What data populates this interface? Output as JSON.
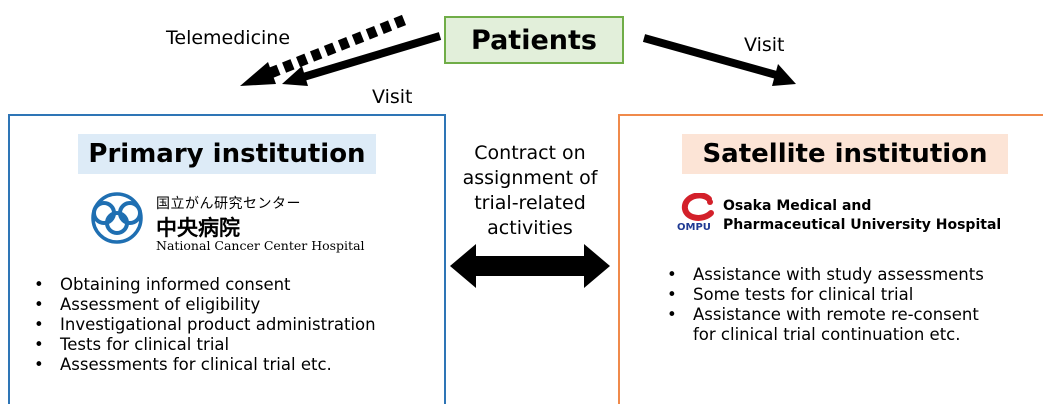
{
  "patients": {
    "label": "Patients"
  },
  "arrow_labels": {
    "telemedicine": "Telemedicine",
    "visit_left": "Visit",
    "visit_right": "Visit"
  },
  "contract": {
    "lines": [
      "Contract on",
      "assignment of",
      "trial-related",
      "activities"
    ]
  },
  "primary": {
    "title": "Primary institution",
    "logo_jp_line1": "国立がん研究センター",
    "logo_jp_line2": "中央病院",
    "logo_en": "National Cancer Center Hospital",
    "items": [
      "Obtaining informed consent",
      "Assessment of eligibility",
      "Investigational product administration",
      "Tests for clinical trial",
      "Assessments for clinical trial etc."
    ]
  },
  "satellite": {
    "title": "Satellite institution",
    "logo_abbr": "OMPU",
    "logo_name_line1": "Osaka Medical and",
    "logo_name_line2": "Pharmaceutical University Hospital",
    "items": [
      "Assistance with study assessments",
      "Some tests for clinical trial",
      "Assistance with remote re-consent",
      "for clinical trial continuation etc."
    ]
  },
  "colors": {
    "patients_fill": "#e2efda",
    "patients_border": "#70ad47",
    "primary_border": "#2e75b6",
    "primary_title_fill": "#ddebf7",
    "satellite_border": "#f08a4b",
    "satellite_title_fill": "#fce4d6"
  },
  "icons": {
    "ncc_logo": "ncc-rings-logo-icon",
    "ompu_logo": "ompu-red-c-logo-icon"
  }
}
